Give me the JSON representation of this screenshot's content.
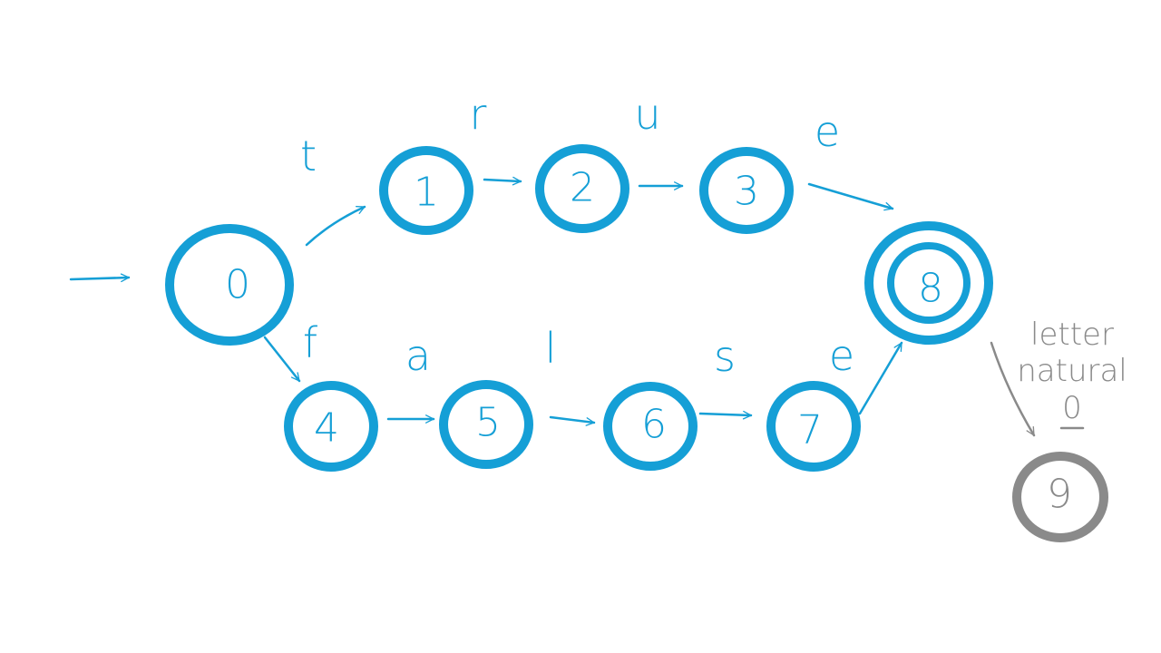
{
  "colors": {
    "main": "#159fd6",
    "secondary": "#8a8a8a",
    "background": "#ffffff"
  },
  "diagram": {
    "states": [
      {
        "id": "0",
        "label": "0",
        "accepting": false
      },
      {
        "id": "1",
        "label": "1",
        "accepting": false
      },
      {
        "id": "2",
        "label": "2",
        "accepting": false
      },
      {
        "id": "3",
        "label": "3",
        "accepting": false
      },
      {
        "id": "4",
        "label": "4",
        "accepting": false
      },
      {
        "id": "5",
        "label": "5",
        "accepting": false
      },
      {
        "id": "6",
        "label": "6",
        "accepting": false
      },
      {
        "id": "7",
        "label": "7",
        "accepting": false
      },
      {
        "id": "8",
        "label": "8",
        "accepting": true
      },
      {
        "id": "9",
        "label": "9",
        "accepting": false
      }
    ],
    "start_state": "0",
    "transitions": [
      {
        "from": "0",
        "to": "1",
        "label": "t"
      },
      {
        "from": "1",
        "to": "2",
        "label": "r"
      },
      {
        "from": "2",
        "to": "3",
        "label": "u"
      },
      {
        "from": "3",
        "to": "8",
        "label": "e"
      },
      {
        "from": "0",
        "to": "4",
        "label": "f"
      },
      {
        "from": "4",
        "to": "5",
        "label": "a"
      },
      {
        "from": "5",
        "to": "6",
        "label": "l"
      },
      {
        "from": "6",
        "to": "7",
        "label": "s"
      },
      {
        "from": "7",
        "to": "8",
        "label": "e"
      }
    ],
    "side_transition": {
      "from": "8",
      "to": "9",
      "labels": [
        "letter",
        "natural",
        "0"
      ]
    }
  }
}
